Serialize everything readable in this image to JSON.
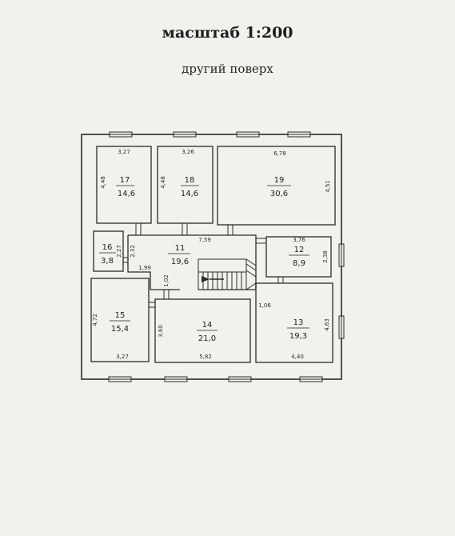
{
  "title": "масштаб 1:200",
  "subtitle": "другий поверх",
  "rooms": [
    {
      "number": "17",
      "area": "14,6",
      "dims": [
        "3,27",
        "4,48"
      ]
    },
    {
      "number": "18",
      "area": "14,6",
      "dims": [
        "3,26",
        "4,48"
      ]
    },
    {
      "number": "19",
      "area": "30,6",
      "dims": [
        "6,78",
        "4,51"
      ]
    },
    {
      "number": "16",
      "area": "3,8",
      "dims": [
        "2,27"
      ]
    },
    {
      "number": "11",
      "area": "19,6",
      "dims": [
        "7,59",
        "2,32",
        "1,99",
        "1,02"
      ]
    },
    {
      "number": "12",
      "area": "8,9",
      "dims": [
        "3,76",
        "2,38"
      ]
    },
    {
      "number": "15",
      "area": "15,4",
      "dims": [
        "4,72",
        "3,27"
      ]
    },
    {
      "number": "14",
      "area": "21,0",
      "dims": [
        "3,60",
        "5,82"
      ]
    },
    {
      "number": "13",
      "area": "19,3",
      "dims": [
        "1,06",
        "4,63",
        "4,40"
      ]
    }
  ]
}
